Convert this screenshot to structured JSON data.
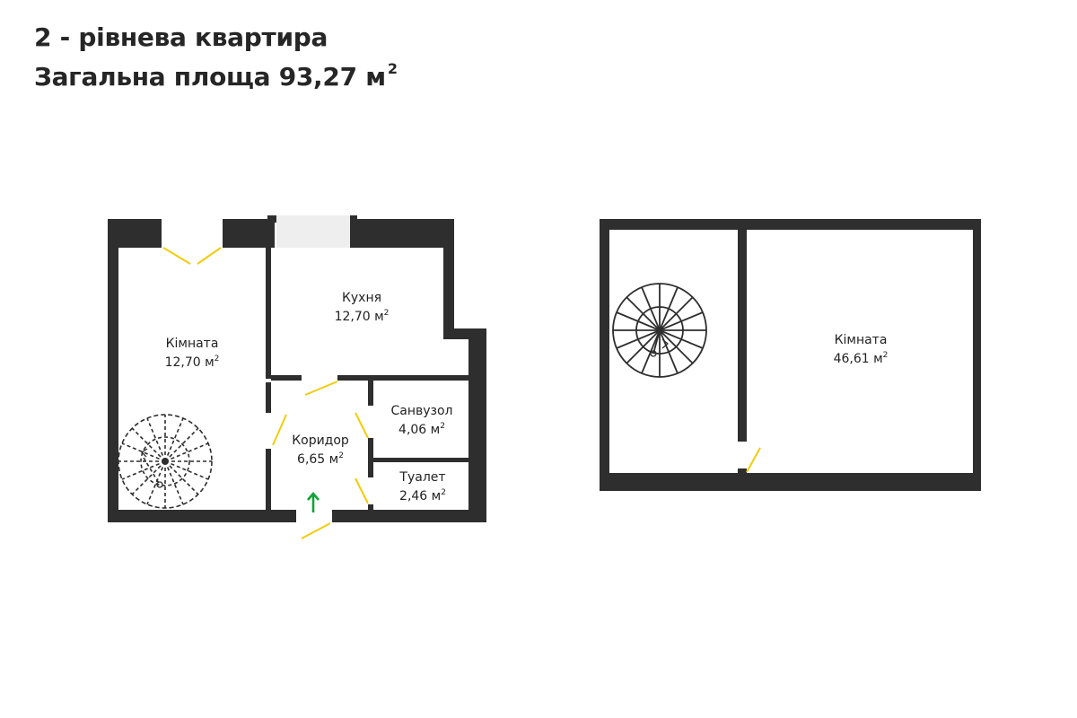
{
  "title": {
    "line1": "2 - рівнева квартира",
    "line2_prefix": "Загальна площа 93,27 м",
    "line2_sup": "2"
  },
  "rooms": {
    "room1": {
      "name": "Кімната",
      "area": "12,70 м",
      "sup": "2"
    },
    "kitchen": {
      "name": "Кухня",
      "area": "12,70 м",
      "sup": "2"
    },
    "bathroom": {
      "name": "Санвузол",
      "area": "4,06 м",
      "sup": "2"
    },
    "corridor": {
      "name": "Коридор",
      "area": "6,65 м",
      "sup": "2"
    },
    "toilet": {
      "name": "Туалет",
      "area": "2,46 м",
      "sup": "2"
    },
    "room2": {
      "name": "Кімната",
      "area": "46,61 м",
      "sup": "2"
    }
  },
  "colors": {
    "wall": "#2e2e2e",
    "door": "#f2cc0c",
    "entrance_arrow": "#12a339",
    "window": "#eeeeee"
  }
}
